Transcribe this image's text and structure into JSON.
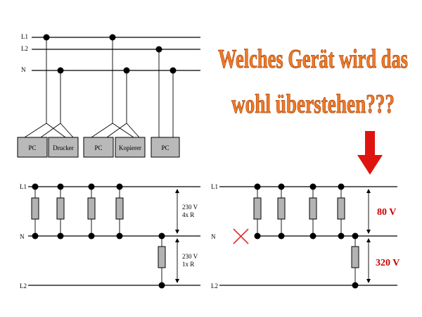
{
  "headline": {
    "line1": "Welches Gerät wird das",
    "line2": "wohl überstehen???"
  },
  "top_diagram": {
    "rail_labels": [
      "L1",
      "L2",
      "N"
    ],
    "devices": [
      "PC",
      "Drucker",
      "PC",
      "Kopierer",
      "PC"
    ]
  },
  "bottom_left": {
    "rail_labels": [
      "L1",
      "N",
      "L2"
    ],
    "upper_voltage": "230 V",
    "upper_resistance": "4x R",
    "lower_voltage": "230 V",
    "lower_resistance": "1x R"
  },
  "bottom_right": {
    "rail_labels": [
      "L1",
      "N",
      "L2"
    ],
    "upper_voltage": "80 V",
    "lower_voltage": "320 V"
  },
  "colors": {
    "headline_fill": "#f07a24",
    "headline_shadow": "#a8400c",
    "arrow": "#e0140f",
    "voltage_text": "#cc0000",
    "break_mark": "#e03030",
    "device_box": "#b9b9b9"
  },
  "icons": {
    "arrow": "down-arrow-icon",
    "break_mark": "cross-mark-icon"
  }
}
